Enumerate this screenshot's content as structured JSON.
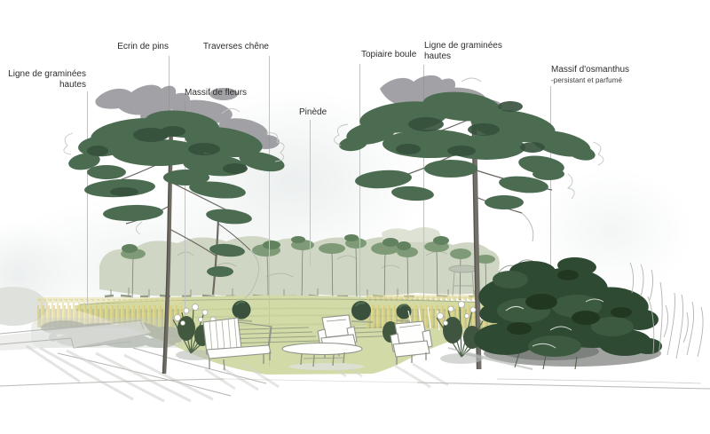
{
  "figure": {
    "type": "annotated-landscape-sketch",
    "description": "Hand-drawn garden elevation sketch with two mature pines, a pine-forest backdrop, ornamental grasses, flower beds, garden furniture and a labelled planting scheme"
  },
  "labels": [
    {
      "id": "graminees-left",
      "lines": [
        "Ligne de graminées",
        "hautes"
      ]
    },
    {
      "id": "ecrin-de-pins",
      "lines": [
        "Ecrin de pins"
      ]
    },
    {
      "id": "traverses-chene",
      "lines": [
        "Traverses chêne"
      ]
    },
    {
      "id": "massif-de-fleurs",
      "lines": [
        "Massif de fleurs"
      ]
    },
    {
      "id": "pinede",
      "lines": [
        "Pinède"
      ]
    },
    {
      "id": "topiaire-boule",
      "lines": [
        "Topiaire boule"
      ]
    },
    {
      "id": "graminees-right",
      "lines": [
        "Ligne de graminées",
        "hautes"
      ]
    },
    {
      "id": "massif-osmanthus",
      "lines": [
        "Massif d'osmanthus"
      ],
      "subtitle": "-persistant et parfumé"
    }
  ],
  "palette": {
    "foliage_dark": "#2f4a33",
    "foliage_mid": "#4c6c51",
    "foliage_gray": "#8e8e93",
    "sage_background": "#cfd6c3",
    "lawn": "#d2dba8",
    "grass_yellow": "#d9c567",
    "pencil_gray": "#b4b8b2",
    "trunk": "#6f6b63",
    "label_text": "#2d2d2d",
    "leader_line": "#c2c2c2"
  }
}
